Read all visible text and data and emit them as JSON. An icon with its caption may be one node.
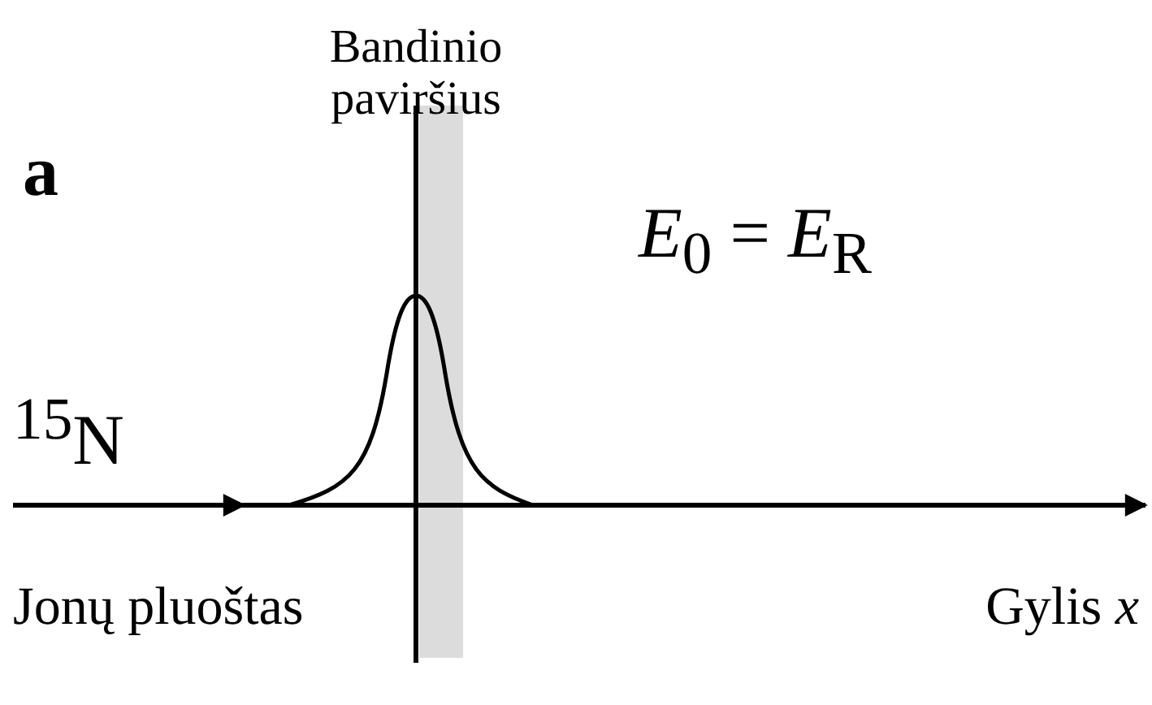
{
  "diagram": {
    "labels": [
      "a",
      "Bandinio paviršius",
      "*E*$_{0}$ = *E*$_{R}$",
      "$^{15}$N",
      "Jonų pluoštas",
      "Gylis *x*"
    ]
  }
}
